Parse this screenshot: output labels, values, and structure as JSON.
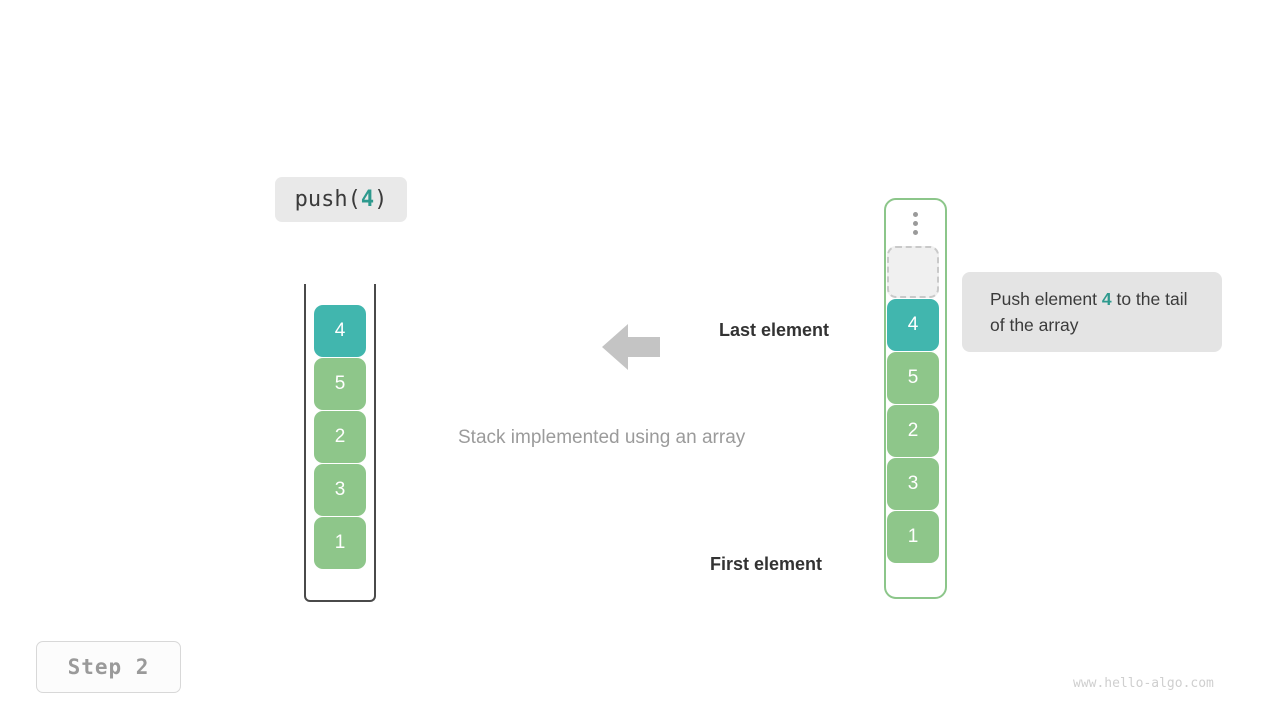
{
  "operation": {
    "prefix": "push(",
    "value": "4",
    "suffix": ")"
  },
  "stack": {
    "title": "Stack implemented using an array",
    "cells": [
      {
        "value": "4",
        "color": "teal"
      },
      {
        "value": "5",
        "color": "green"
      },
      {
        "value": "2",
        "color": "green"
      },
      {
        "value": "3",
        "color": "green"
      },
      {
        "value": "1",
        "color": "green"
      }
    ]
  },
  "array": {
    "ellipsis_dots": 3,
    "empty_slot_label": "",
    "cells": [
      {
        "value": "4",
        "color": "teal"
      },
      {
        "value": "5",
        "color": "green"
      },
      {
        "value": "2",
        "color": "green"
      },
      {
        "value": "3",
        "color": "green"
      },
      {
        "value": "1",
        "color": "green"
      }
    ]
  },
  "labels": {
    "last_element": "Last element",
    "first_element": "First element",
    "caption": "Stack implemented using an array"
  },
  "note": {
    "text_before": "Push element ",
    "value": "4",
    "text_after": " to the tail of the array"
  },
  "step": {
    "label": "Step 2"
  },
  "watermark": "www.hello-algo.com",
  "colors": {
    "teal": "#41b6ae",
    "green": "#8ec68a",
    "accent_text": "#2e9a8e",
    "arrow": "#c4c4c4",
    "chip_bg": "#e9e9e9",
    "note_bg": "#e4e4e4",
    "array_border": "#8cc68a",
    "stack_border": "#4a4a4a"
  }
}
